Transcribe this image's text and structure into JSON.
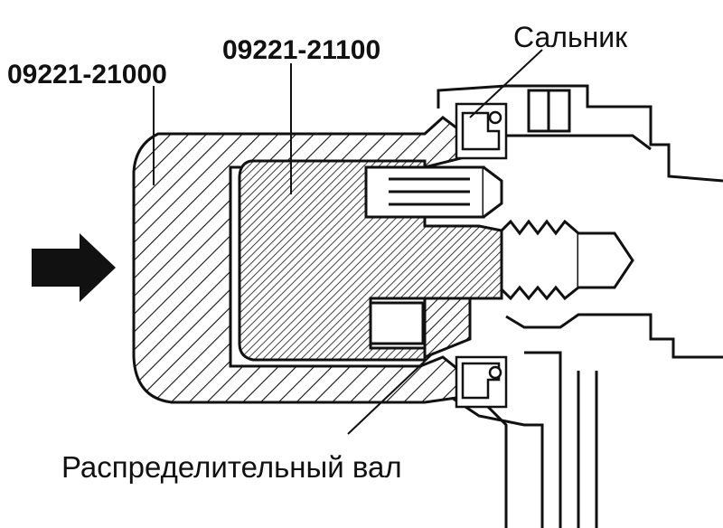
{
  "labels": {
    "tool_outer": "09221-21000",
    "tool_inner": "09221-21100",
    "oil_seal": "Сальник",
    "camshaft": "Распределительный вал"
  },
  "colors": {
    "ink": "#111111",
    "background": "#ffffff"
  }
}
